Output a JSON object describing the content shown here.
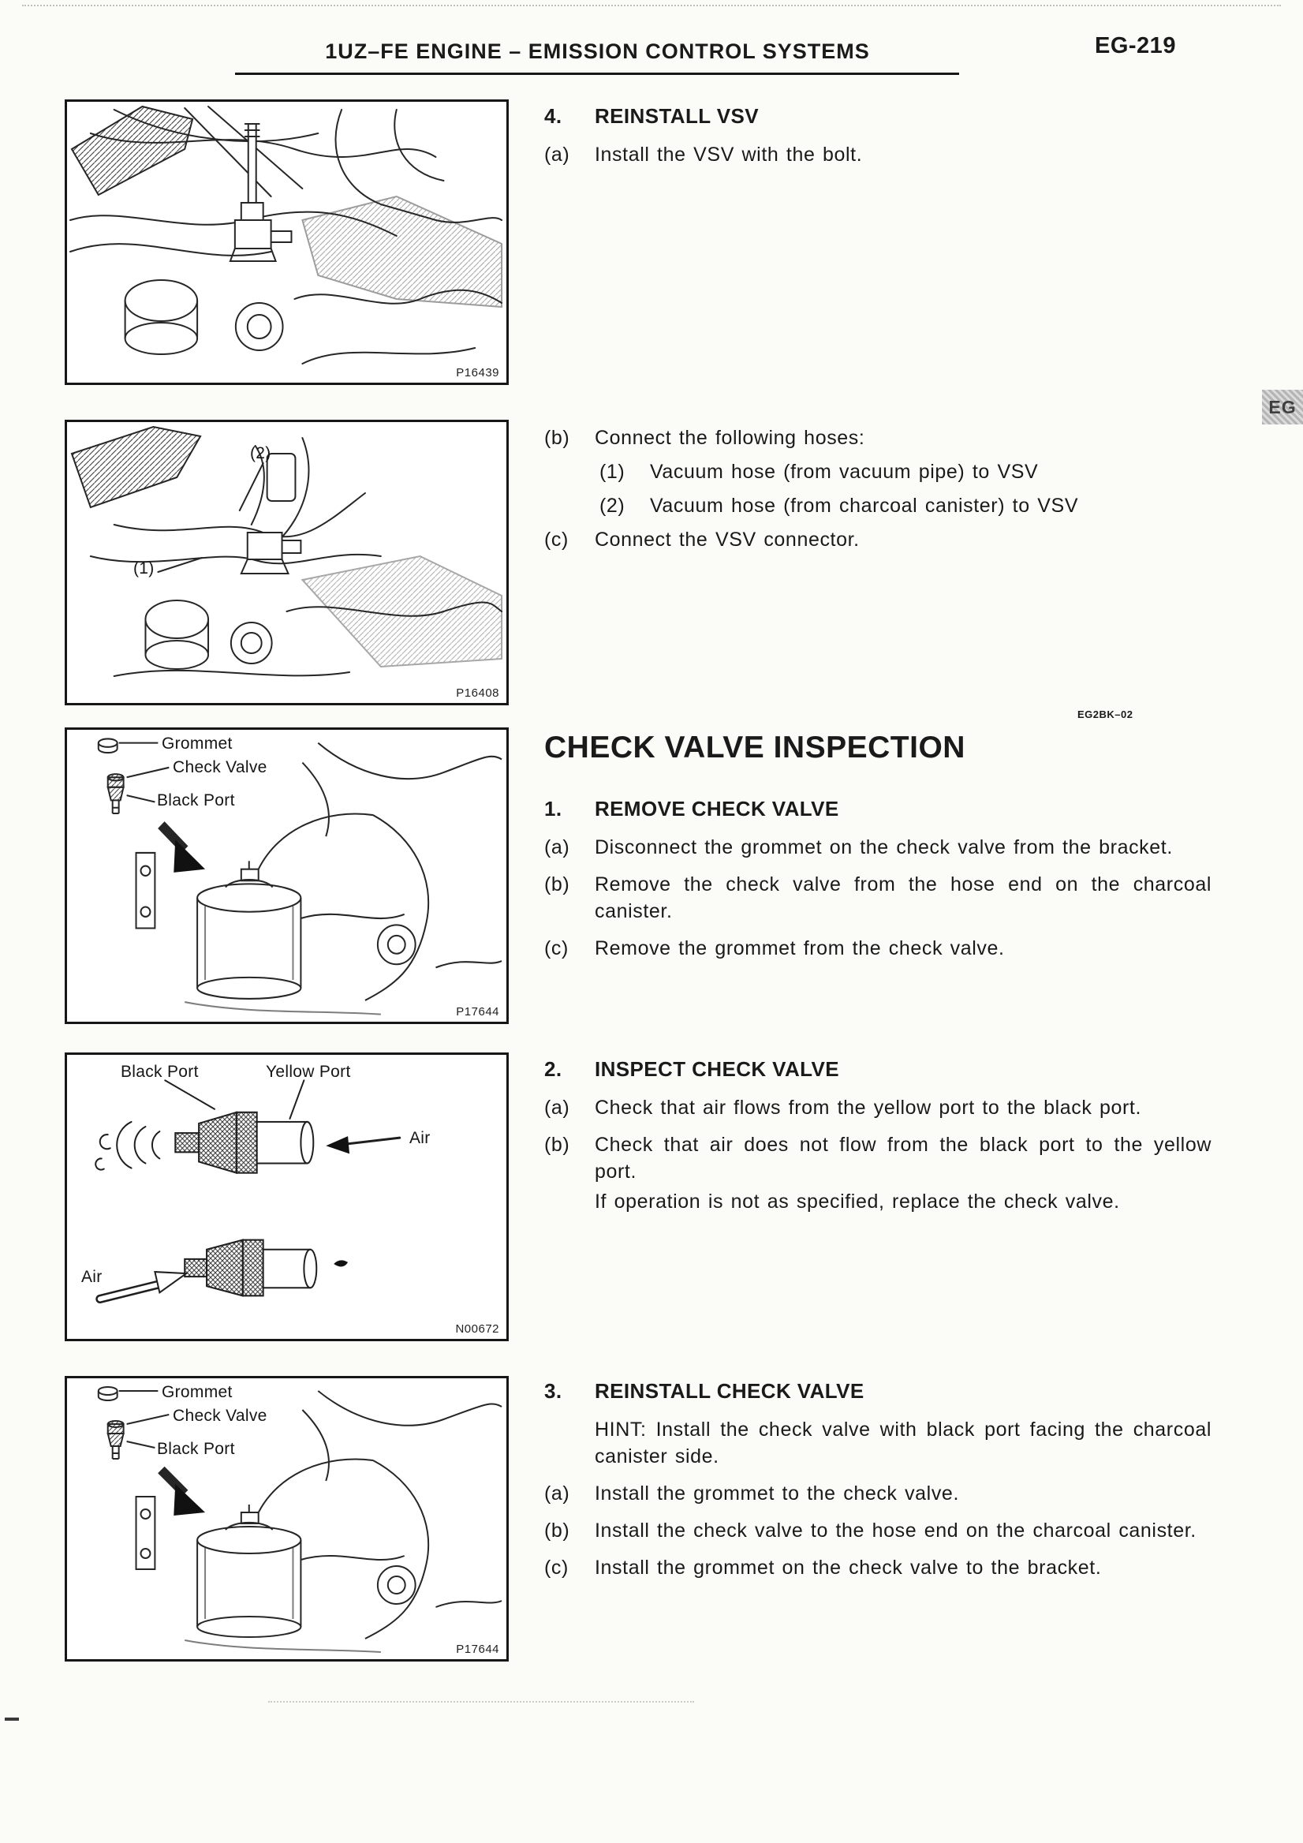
{
  "header": {
    "title": "1UZ–FE ENGINE  –  EMISSION CONTROL SYSTEMS",
    "page_number": "EG-219",
    "side_tab": "EG"
  },
  "doc_code": "EG2BK–02",
  "main_heading": "CHECK VALVE INSPECTION",
  "sections": [
    {
      "num": "4.",
      "title": "REINSTALL VSV",
      "steps": [
        {
          "label": "(a)",
          "text": "Install the VSV with the bolt."
        },
        {
          "label": "(b)",
          "text": "Connect the following hoses:"
        },
        {
          "label": "(1)",
          "text": "Vacuum hose (from vacuum pipe) to VSV"
        },
        {
          "label": "(2)",
          "text": "Vacuum hose (from charcoal canister) to VSV"
        },
        {
          "label": "(c)",
          "text": "Connect the VSV connector."
        }
      ]
    },
    {
      "num": "1.",
      "title": "REMOVE CHECK VALVE",
      "steps": [
        {
          "label": "(a)",
          "text": "Disconnect the grommet on the check valve from the bracket."
        },
        {
          "label": "(b)",
          "text": "Remove the check valve from the hose end on the charcoal canister."
        },
        {
          "label": "(c)",
          "text": "Remove the grommet from the check valve."
        }
      ]
    },
    {
      "num": "2.",
      "title": "INSPECT CHECK VALVE",
      "steps": [
        {
          "label": "(a)",
          "text": "Check that air flows from the yellow port to the black port."
        },
        {
          "label": "(b)",
          "text": "Check that air does not flow from the black port to the yellow port."
        },
        {
          "label": "",
          "text": "If operation is not as specified, replace the check valve."
        }
      ]
    },
    {
      "num": "3.",
      "title": "REINSTALL CHECK VALVE",
      "steps": [
        {
          "label": "",
          "text": "HINT: Install the check valve with black port facing the charcoal canister side."
        },
        {
          "label": "(a)",
          "text": "Install the grommet to the check valve."
        },
        {
          "label": "(b)",
          "text": "Install the check valve to the hose end on the charcoal canister."
        },
        {
          "label": "(c)",
          "text": "Install the grommet on the check valve to the bracket."
        }
      ]
    }
  ],
  "figures": [
    {
      "code": "P16439"
    },
    {
      "code": "P16408",
      "callout_1": "(1)",
      "callout_2": "(2)"
    },
    {
      "code": "P17644",
      "label_grommet": "Grommet",
      "label_check_valve": "Check Valve",
      "label_black_port": "Black Port"
    },
    {
      "code": "N00672",
      "label_black_port": "Black Port",
      "label_yellow_port": "Yellow Port",
      "label_air_in": "Air",
      "label_air_out": "Air"
    },
    {
      "code": "P17644",
      "label_grommet": "Grommet",
      "label_check_valve": "Check Valve",
      "label_black_port": "Black Port"
    }
  ]
}
